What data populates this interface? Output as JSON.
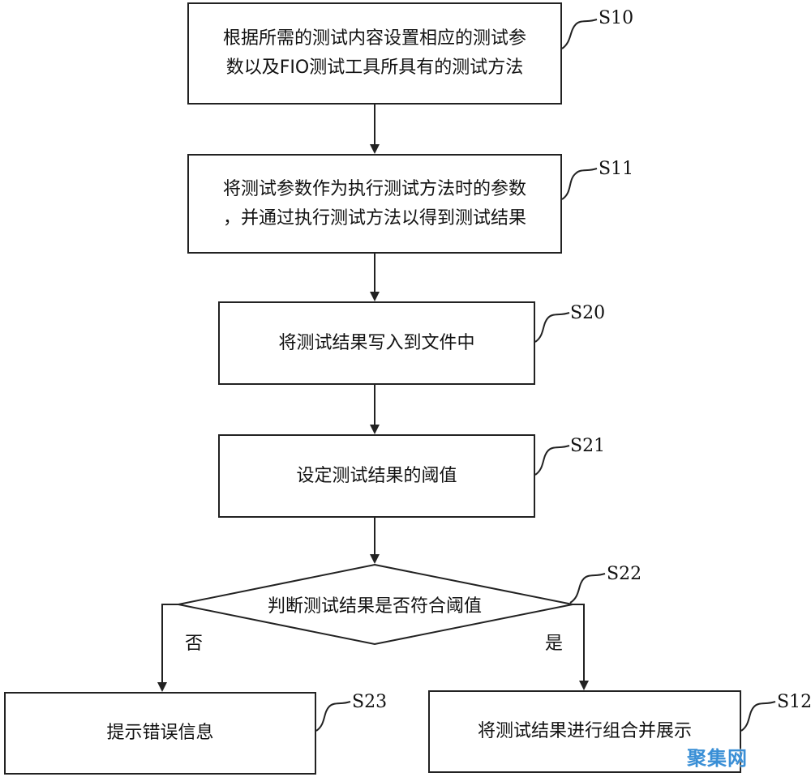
{
  "steps": {
    "s10": {
      "label": "S10",
      "line1": "根据所需的测试内容设置相应的测试参",
      "line2": "数以及FIO测试工具所具有的测试方法"
    },
    "s11": {
      "label": "S11",
      "line1": "将测试参数作为执行测试方法时的参数",
      "line2": "，并通过执行测试方法以得到测试结果"
    },
    "s20": {
      "label": "S20",
      "text": "将测试结果写入到文件中"
    },
    "s21": {
      "label": "S21",
      "text": "设定测试结果的阈值"
    },
    "s22": {
      "label": "S22",
      "text": "判断测试结果是否符合阈值"
    },
    "s23": {
      "label": "S23",
      "text": "提示错误信息"
    },
    "s12": {
      "label": "S12",
      "text": "将测试结果进行组合并展示"
    }
  },
  "branches": {
    "no": "否",
    "yes": "是"
  },
  "watermark": "聚集网"
}
